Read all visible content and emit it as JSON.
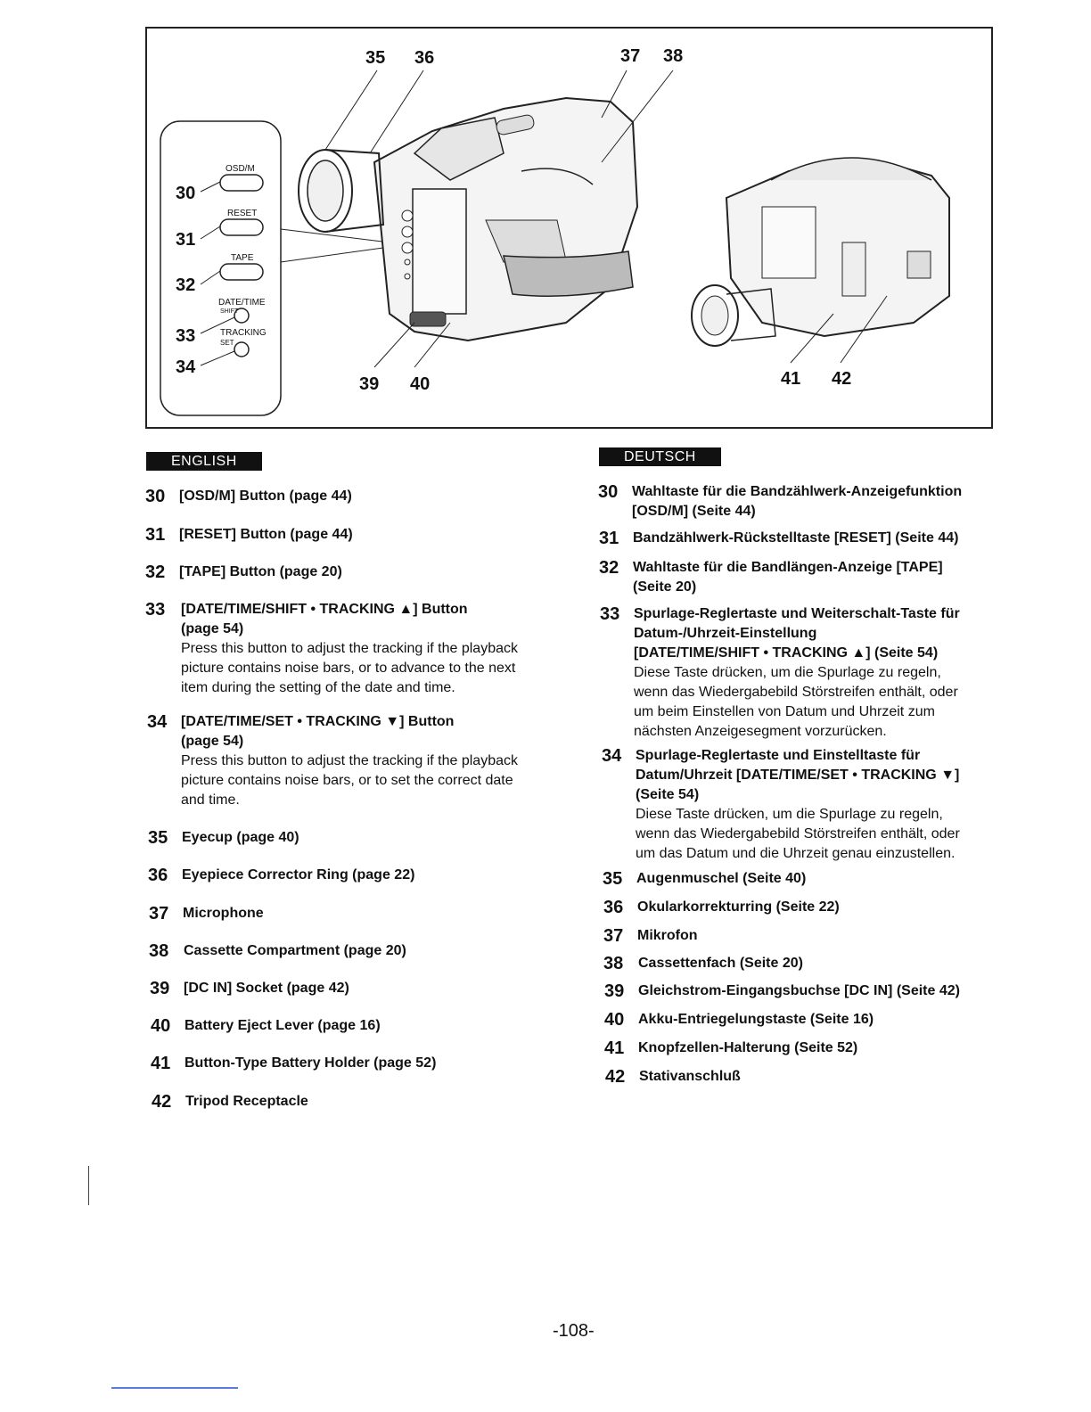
{
  "figure": {
    "callouts": [
      "35",
      "36",
      "37",
      "38",
      "39",
      "40",
      "41",
      "42"
    ],
    "panel": {
      "numbers": [
        "30",
        "31",
        "32",
        "33",
        "34"
      ],
      "labels": [
        "OSD/M",
        "RESET",
        "TAPE",
        "DATE/TIME",
        "SHIFT",
        "TRACKING",
        "SET"
      ]
    }
  },
  "english": {
    "tab": "ENGLISH",
    "items": [
      {
        "num": "30",
        "title": "[OSD/M] Button (page 44)"
      },
      {
        "num": "31",
        "title": "[RESET] Button (page 44)"
      },
      {
        "num": "32",
        "title": "[TAPE] Button (page 20)"
      },
      {
        "num": "33",
        "title_1": "[DATE/TIME/SHIFT • TRACKING ▲] Button",
        "title_2": "(page 54)",
        "desc": [
          "Press this button to adjust the tracking if the playback",
          "picture contains noise bars, or to advance to the next",
          "item during the setting of the date and time."
        ]
      },
      {
        "num": "34",
        "title_1": "[DATE/TIME/SET • TRACKING ▼] Button",
        "title_2": "(page 54)",
        "desc": [
          "Press this button to adjust the tracking if the playback",
          "picture contains noise bars, or to set the correct date",
          "and time."
        ]
      },
      {
        "num": "35",
        "title": "Eyecup (page 40)"
      },
      {
        "num": "36",
        "title": "Eyepiece Corrector Ring (page 22)"
      },
      {
        "num": "37",
        "title": "Microphone"
      },
      {
        "num": "38",
        "title": "Cassette Compartment (page 20)"
      },
      {
        "num": "39",
        "title": "[DC IN] Socket (page 42)"
      },
      {
        "num": "40",
        "title": "Battery Eject Lever (page 16)"
      },
      {
        "num": "41",
        "title": "Button-Type Battery Holder (page 52)"
      },
      {
        "num": "42",
        "title": "Tripod Receptacle"
      }
    ]
  },
  "deutsch": {
    "tab": "DEUTSCH",
    "items": [
      {
        "num": "30",
        "title": [
          "Wahltaste für die Bandzählwerk-Anzeigefunktion",
          "[OSD/M] (Seite 44)"
        ]
      },
      {
        "num": "31",
        "title": [
          "Bandzählwerk-Rückstelltaste [RESET] (Seite 44)"
        ]
      },
      {
        "num": "32",
        "title": [
          "Wahltaste für die Bandlängen-Anzeige [TAPE]",
          "(Seite 20)"
        ]
      },
      {
        "num": "33",
        "title": [
          "Spurlage-Reglertaste und Weiterschalt-Taste für",
          "Datum-/Uhrzeit-Einstellung",
          "[DATE/TIME/SHIFT • TRACKING ▲] (Seite 54)"
        ],
        "desc": [
          "Diese Taste drücken, um die Spurlage zu regeln,",
          "wenn das Wiedergabebild Störstreifen enthält, oder",
          "um beim Einstellen von Datum und Uhrzeit zum",
          "nächsten Anzeigesegment vorzurücken."
        ]
      },
      {
        "num": "34",
        "title": [
          "Spurlage-Reglertaste und Einstelltaste für",
          "Datum/Uhrzeit [DATE/TIME/SET • TRACKING ▼]",
          "(Seite 54)"
        ],
        "desc": [
          "Diese Taste drücken, um die Spurlage zu regeln,",
          "wenn das Wiedergabebild Störstreifen enthält, oder",
          "um das Datum und die Uhrzeit genau einzustellen."
        ]
      },
      {
        "num": "35",
        "title": [
          "Augenmuschel (Seite 40)"
        ]
      },
      {
        "num": "36",
        "title": [
          "Okularkorrekturring (Seite 22)"
        ]
      },
      {
        "num": "37",
        "title": [
          "Mikrofon"
        ]
      },
      {
        "num": "38",
        "title": [
          "Cassettenfach (Seite 20)"
        ]
      },
      {
        "num": "39",
        "title": [
          "Gleichstrom-Eingangsbuchse [DC IN] (Seite 42)"
        ]
      },
      {
        "num": "40",
        "title": [
          "Akku-Entriegelungstaste (Seite 16)"
        ]
      },
      {
        "num": "41",
        "title": [
          "Knopfzellen-Halterung (Seite 52)"
        ]
      },
      {
        "num": "42",
        "title": [
          "Stativanschluß"
        ]
      }
    ]
  },
  "page_number": "-108-"
}
